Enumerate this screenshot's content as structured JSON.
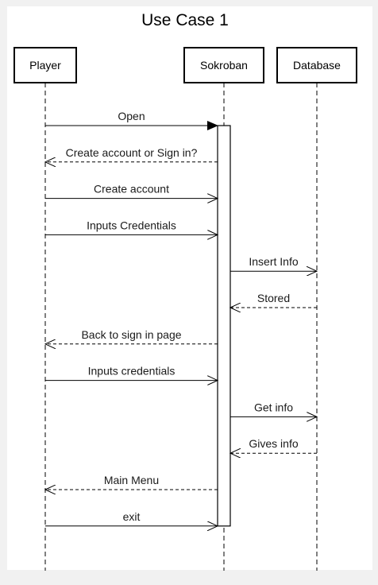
{
  "title": "Use Case 1",
  "participants": [
    {
      "id": "player",
      "label": "Player"
    },
    {
      "id": "sokroban",
      "label": "Sokroban"
    },
    {
      "id": "database",
      "label": "Database"
    }
  ],
  "messages": [
    {
      "from": "player",
      "to": "sokroban",
      "label": "Open",
      "style": "solid",
      "head": "filled"
    },
    {
      "from": "sokroban",
      "to": "player",
      "label": "Create account or Sign in?",
      "style": "dashed",
      "head": "open"
    },
    {
      "from": "player",
      "to": "sokroban",
      "label": "Create account",
      "style": "solid",
      "head": "open"
    },
    {
      "from": "player",
      "to": "sokroban",
      "label": "Inputs Credentials",
      "style": "solid",
      "head": "open"
    },
    {
      "from": "sokroban",
      "to": "database",
      "label": "Insert Info",
      "style": "solid",
      "head": "open"
    },
    {
      "from": "database",
      "to": "sokroban",
      "label": "Stored",
      "style": "dashed",
      "head": "open"
    },
    {
      "from": "sokroban",
      "to": "player",
      "label": "Back to sign in page",
      "style": "dashed",
      "head": "open"
    },
    {
      "from": "player",
      "to": "sokroban",
      "label": "Inputs credentials",
      "style": "solid",
      "head": "open"
    },
    {
      "from": "sokroban",
      "to": "database",
      "label": "Get info",
      "style": "solid",
      "head": "open"
    },
    {
      "from": "database",
      "to": "sokroban",
      "label": "Gives info",
      "style": "dashed",
      "head": "open"
    },
    {
      "from": "sokroban",
      "to": "player",
      "label": "Main Menu",
      "style": "dashed",
      "head": "open"
    },
    {
      "from": "player",
      "to": "sokroban",
      "label": "exit",
      "style": "solid",
      "head": "open"
    }
  ]
}
